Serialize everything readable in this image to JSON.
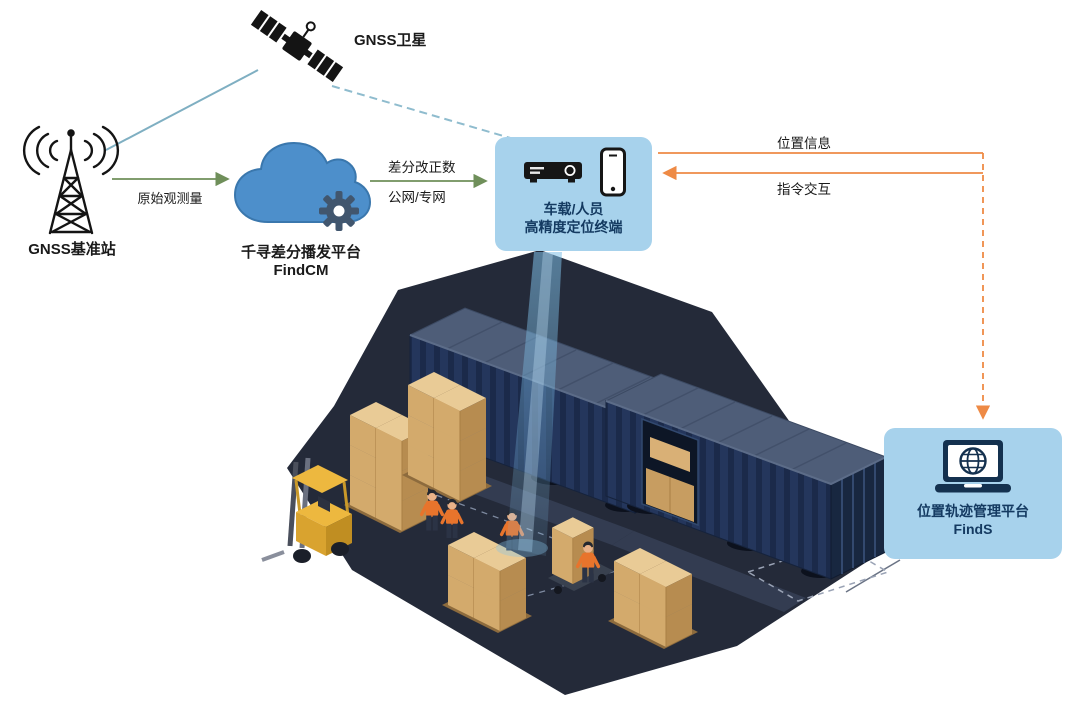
{
  "colors": {
    "card_bg": "#a7d2ec",
    "card_text": "#143a61",
    "orange_flow": "#ee8a45",
    "green_flow": "#6f8f5a",
    "satellite_link": "#7fafc2",
    "platform_dark": "#242a39",
    "container_navy": "#24365c",
    "crate_tan": "#d3aa6c",
    "cloud_blue": "#4d8fcb"
  },
  "satellite": {
    "label": "GNSS卫星"
  },
  "base_station": {
    "label": "GNSS基准站"
  },
  "cloud_platform": {
    "title": "千寻差分播发平台",
    "subtitle": "FindCM"
  },
  "flows": {
    "raw_observation": "原始观测量",
    "correction_line1": "差分改正数",
    "correction_line2": "公网/专网",
    "position_info": "位置信息",
    "command_interaction": "指令交互"
  },
  "terminal": {
    "line1": "车载/人员",
    "line2": "高精度定位终端"
  },
  "platform": {
    "line1": "位置轨迹管理平台",
    "line2": "FindS"
  }
}
